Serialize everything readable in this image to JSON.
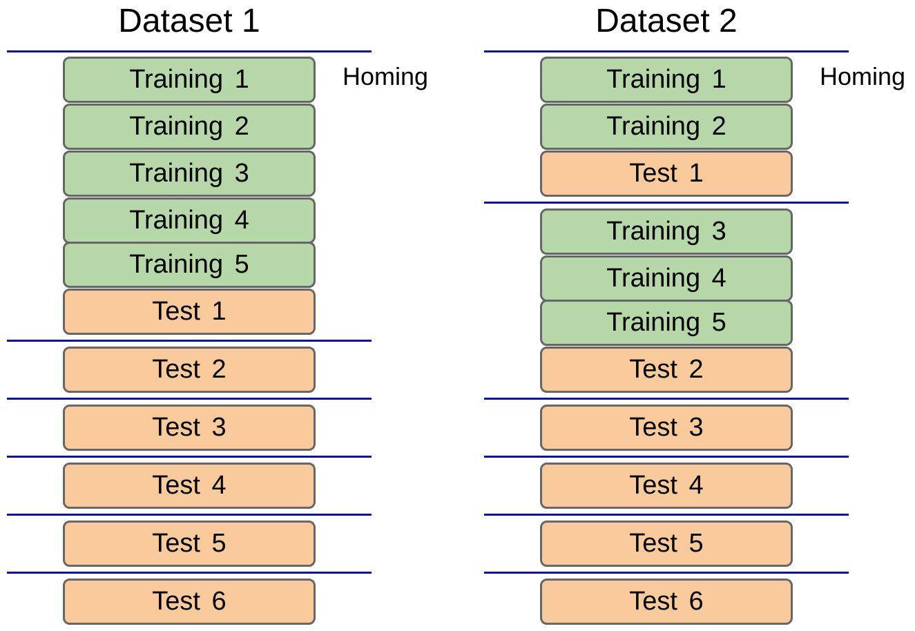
{
  "colors": {
    "training_fill": "#b6d7a8",
    "test_fill": "#f9cb9c",
    "block_border": "#666666",
    "separator": "#0a14a8"
  },
  "datasets": [
    {
      "title": "Dataset 1",
      "side_label": "Homing",
      "blocks": [
        {
          "label": "Training 1",
          "kind": "training"
        },
        {
          "label": "Training 2",
          "kind": "training"
        },
        {
          "label": "Training 3",
          "kind": "training"
        },
        {
          "label": "Training 4",
          "kind": "training"
        },
        {
          "label": "Training 5",
          "kind": "training"
        },
        {
          "label": "Test 1",
          "kind": "test"
        },
        {
          "label": "Test 2",
          "kind": "test"
        },
        {
          "label": "Test 3",
          "kind": "test"
        },
        {
          "label": "Test 4",
          "kind": "test"
        },
        {
          "label": "Test 5",
          "kind": "test"
        },
        {
          "label": "Test 6",
          "kind": "test"
        }
      ]
    },
    {
      "title": "Dataset 2",
      "side_label": "Homing",
      "blocks": [
        {
          "label": "Training 1",
          "kind": "training"
        },
        {
          "label": "Training 2",
          "kind": "training"
        },
        {
          "label": "Test 1",
          "kind": "test"
        },
        {
          "label": "Training 3",
          "kind": "training"
        },
        {
          "label": "Training 4",
          "kind": "training"
        },
        {
          "label": "Training 5",
          "kind": "training"
        },
        {
          "label": "Test 2",
          "kind": "test"
        },
        {
          "label": "Test 3",
          "kind": "test"
        },
        {
          "label": "Test 4",
          "kind": "test"
        },
        {
          "label": "Test 5",
          "kind": "test"
        },
        {
          "label": "Test 6",
          "kind": "test"
        }
      ]
    }
  ]
}
